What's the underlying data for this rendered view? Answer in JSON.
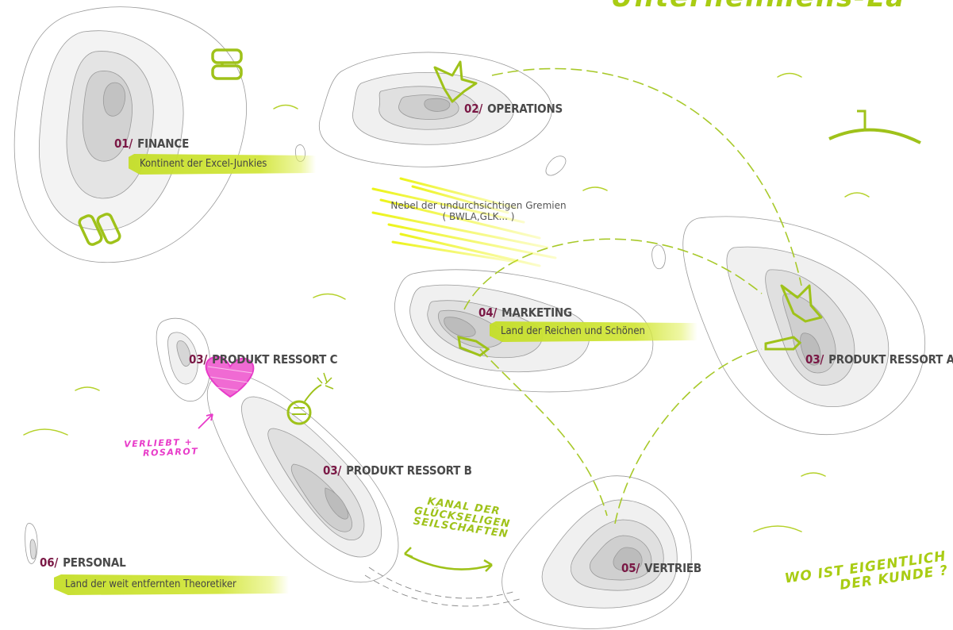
{
  "title_partial": "Unternehmens-La",
  "regions": [
    {
      "id": "finance",
      "number": "01/",
      "name": "FINANCE",
      "subtitle": "Kontinent der Excel-Junkies"
    },
    {
      "id": "operations",
      "number": "02/",
      "name": "OPERATIONS",
      "subtitle": ""
    },
    {
      "id": "marketing",
      "number": "04/",
      "name": "MARKETING",
      "subtitle": "Land der Reichen und Schönen"
    },
    {
      "id": "produkt-a",
      "number": "03/",
      "name": "PRODUKT RESSORT A",
      "subtitle": ""
    },
    {
      "id": "produkt-b",
      "number": "03/",
      "name": "PRODUKT RESSORT B",
      "subtitle": ""
    },
    {
      "id": "produkt-c",
      "number": "03/",
      "name": "PRODUKT RESSORT C",
      "subtitle": ""
    },
    {
      "id": "vertrieb",
      "number": "05/",
      "name": "VERTRIEB",
      "subtitle": ""
    },
    {
      "id": "personal",
      "number": "06/",
      "name": "PERSONAL",
      "subtitle": "Land der weit entfernten Theoretiker"
    }
  ],
  "fog": {
    "line1": "Nebel der undurchsichtigen Gremien",
    "line2": "( BWLA,GLK... )"
  },
  "annotations": {
    "verliebt_line1": "VERLIEBT +",
    "verliebt_line2": "ROSAROT",
    "kanal_line1": "KANAL DER",
    "kanal_line2": "GLÜCKSELIGEN",
    "kanal_line3": "SEILSCHAFTEN",
    "kunde_line1": "WO IST EIGENTLICH",
    "kunde_line2": "DER KUNDE ?"
  },
  "colors": {
    "accent_green": "#b7d12a",
    "number_maroon": "#7a1845",
    "pink": "#e83bc9",
    "land_gray": "#d8d8d8"
  }
}
